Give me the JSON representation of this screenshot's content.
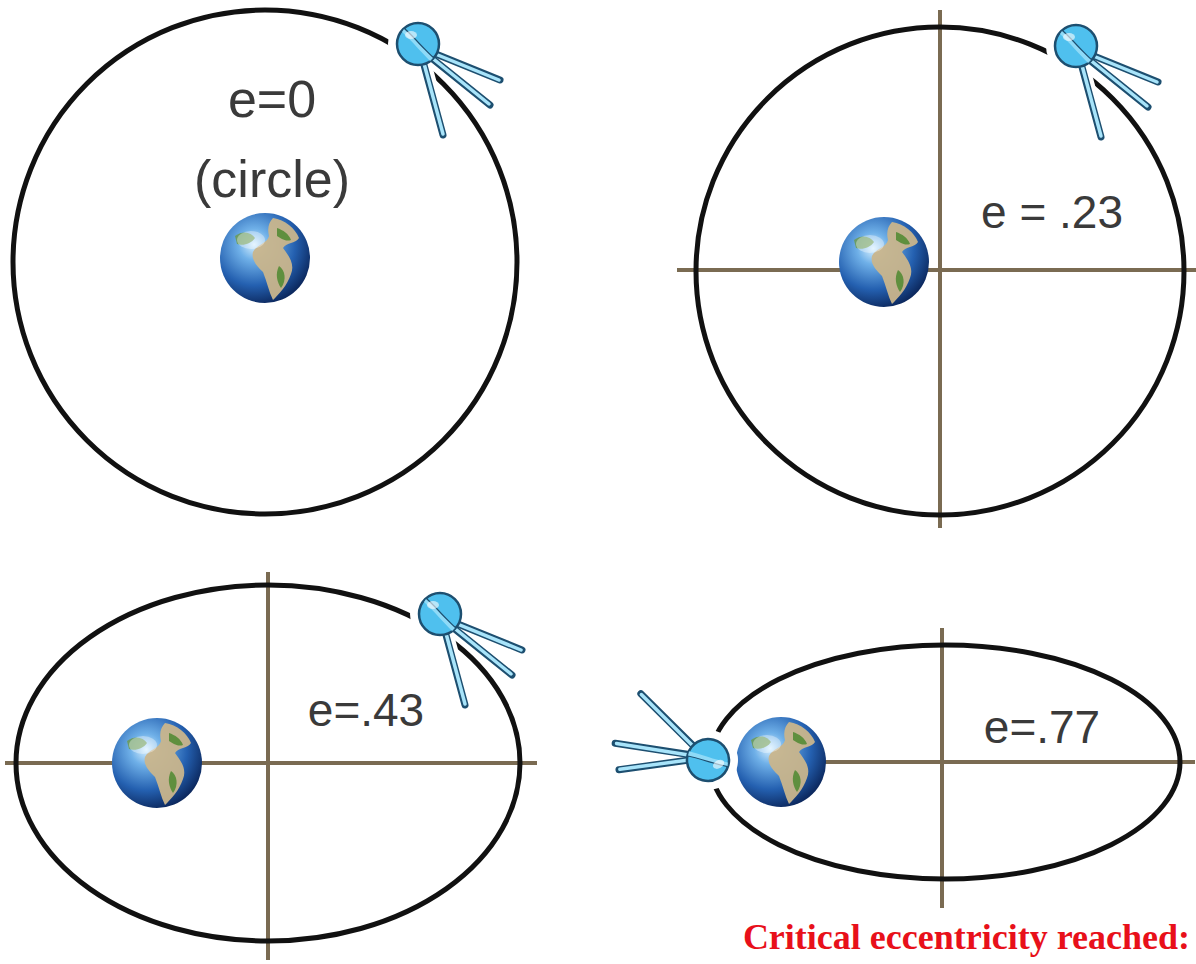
{
  "diagram": {
    "nodes": [
      {
        "text": [
          "e=0",
          "(circle)"
        ]
      },
      {
        "text": [
          "e = .23"
        ]
      },
      {
        "text": [
          "e=.43"
        ]
      },
      {
        "text": [
          "e=.77"
        ]
      }
    ],
    "labels": [
      "Critical eccentricity reached:"
    ]
  }
}
